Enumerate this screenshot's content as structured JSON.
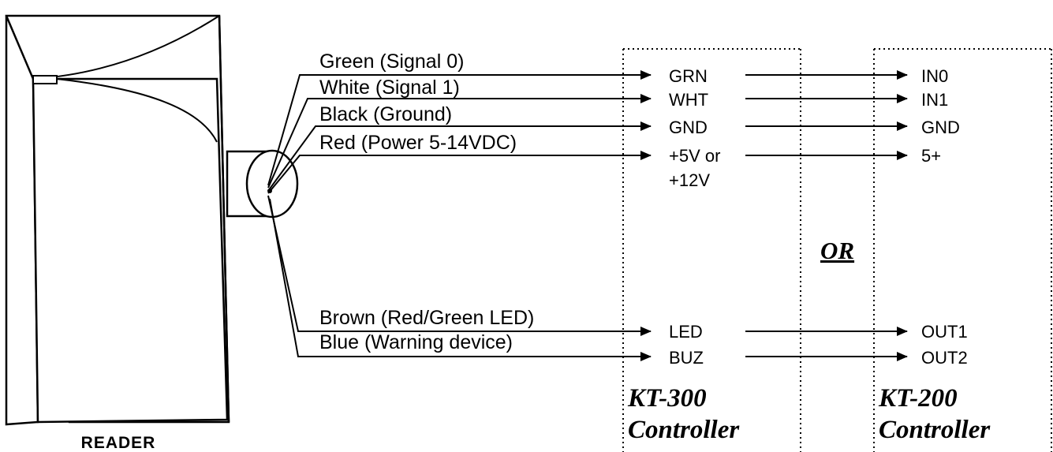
{
  "reader": {
    "caption": "READER"
  },
  "wires": [
    {
      "id": "green",
      "label": "Green (Signal 0)"
    },
    {
      "id": "white",
      "label": "White (Signal 1)"
    },
    {
      "id": "black",
      "label": "Black (Ground)"
    },
    {
      "id": "red",
      "label": "Red (Power 5-14VDC)"
    },
    {
      "id": "brown",
      "label": "Brown (Red/Green LED)"
    },
    {
      "id": "blue",
      "label": "Blue (Warning device)"
    }
  ],
  "kt300": {
    "title_line1": "KT-300",
    "title_line2": "Controller",
    "terminals": [
      "GRN",
      "WHT",
      "GND",
      "+5V or",
      "LED",
      "BUZ"
    ],
    "terminal_extra": "+12V"
  },
  "kt200": {
    "title_line1": "KT-200",
    "title_line2": "Controller",
    "terminals": [
      "IN0",
      "IN1",
      "GND",
      "5+",
      "OUT1",
      "OUT2"
    ]
  },
  "or_label": "OR"
}
